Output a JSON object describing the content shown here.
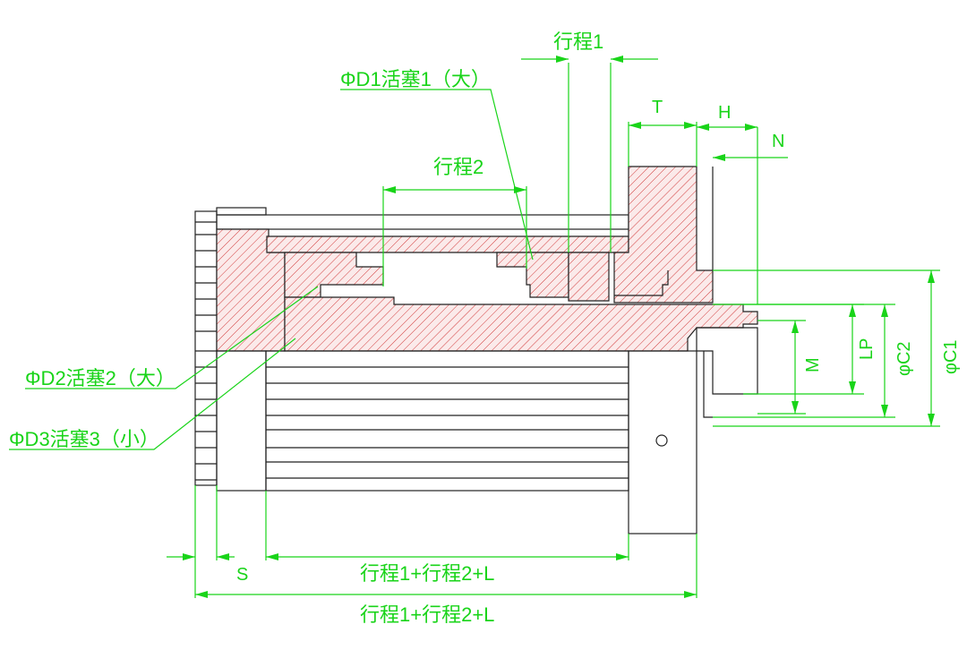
{
  "labels": {
    "stroke1": "行程1",
    "stroke2": "行程2",
    "d1": "ΦD1活塞1（大）",
    "d2": "ΦD2活塞2（大）",
    "d3": "ΦD3活塞3（小）",
    "t": "T",
    "h": "H",
    "n": "N",
    "m": "M",
    "lp": "LP",
    "c2": "φC2",
    "c1": "φC1",
    "s": "S",
    "length_inner": "行程1+行程2+L",
    "length_outer": "行程1+行程2+L"
  },
  "colors": {
    "dimension": "#19d419",
    "outline": "#222222",
    "hatch": "#d23c3c"
  }
}
